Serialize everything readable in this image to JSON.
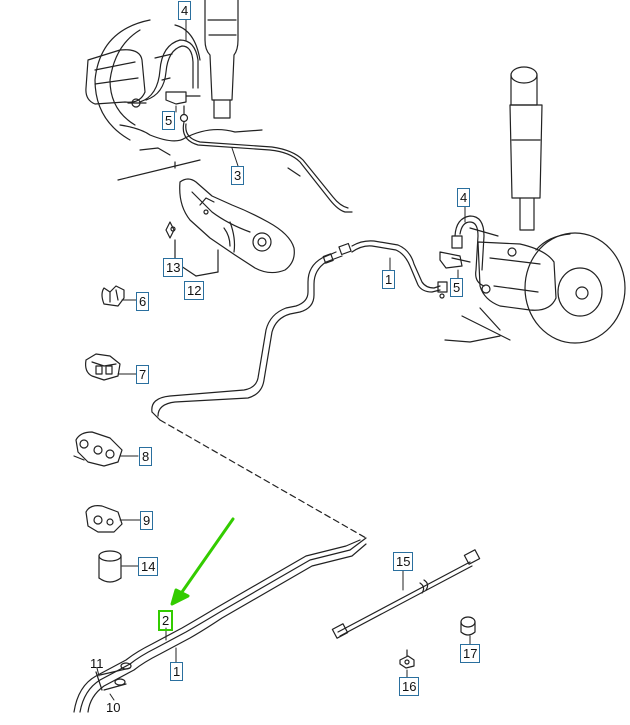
{
  "diagram": {
    "callouts": [
      {
        "id": "c4a",
        "text": "4"
      },
      {
        "id": "c5a",
        "text": "5"
      },
      {
        "id": "c3",
        "text": "3"
      },
      {
        "id": "c4b",
        "text": "4"
      },
      {
        "id": "c1a",
        "text": "1"
      },
      {
        "id": "c5b",
        "text": "5"
      },
      {
        "id": "c13",
        "text": "13"
      },
      {
        "id": "c12",
        "text": "12"
      },
      {
        "id": "c6",
        "text": "6"
      },
      {
        "id": "c7",
        "text": "7"
      },
      {
        "id": "c8",
        "text": "8"
      },
      {
        "id": "c9",
        "text": "9"
      },
      {
        "id": "c14",
        "text": "14"
      },
      {
        "id": "c15",
        "text": "15"
      },
      {
        "id": "c2",
        "text": "2"
      },
      {
        "id": "c1b",
        "text": "1"
      },
      {
        "id": "c17",
        "text": "17"
      },
      {
        "id": "c11",
        "text": "11"
      },
      {
        "id": "c16",
        "text": "16"
      },
      {
        "id": "c10",
        "text": "10"
      }
    ],
    "highlight_color": "#33cc00",
    "callout_border_color": "#2a6f9e",
    "line_color": "#222222"
  }
}
